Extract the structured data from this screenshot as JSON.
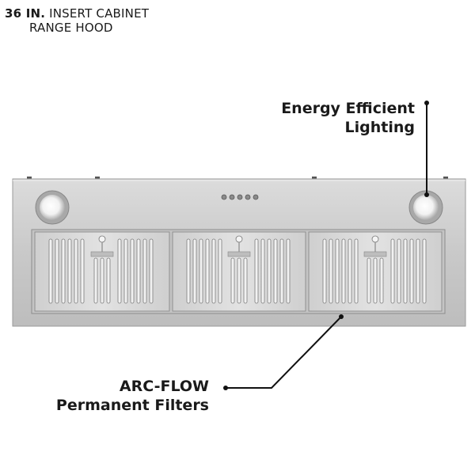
{
  "heading": {
    "size": "36 IN.",
    "line1_rest": " INSERT CABINET",
    "line2": "RANGE HOOD"
  },
  "callouts": {
    "energy_line1": "Energy Efficient",
    "energy_line2": "Lighting",
    "filters_line1": "ARC-FLOW",
    "filters_line2": "Permanent Filters"
  },
  "product": {
    "control_buttons": 5,
    "lights": 2,
    "filters": 3
  }
}
